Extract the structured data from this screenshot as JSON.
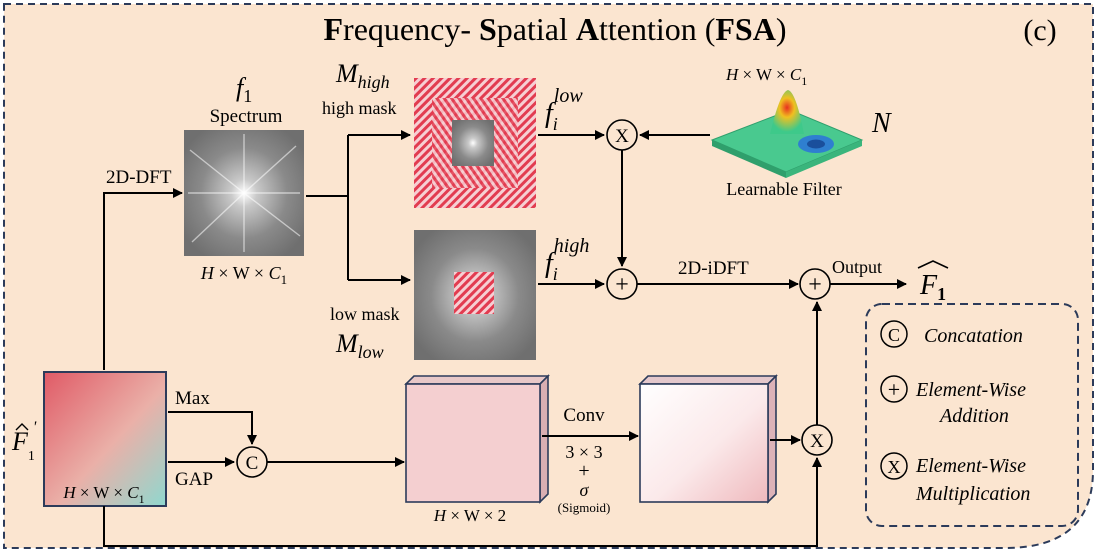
{
  "title": {
    "part1_initial": "F",
    "part1_rest": "requency- ",
    "part2_initial": "S",
    "part2_rest": "patial ",
    "part3_initial": "A",
    "part3_rest": "ttention (",
    "abbr": "FSA",
    "close": ")"
  },
  "panel_tag": "(c)",
  "spectrum": {
    "symbol": "f",
    "subscript": "1",
    "label": "Spectrum",
    "dims": {
      "h": "H",
      "mid": " × W × ",
      "c": "C",
      "c_sub": "1"
    }
  },
  "dft_label": "2D-DFT",
  "high_mask": {
    "symbol": "M",
    "subscript": "high",
    "label": "high mask"
  },
  "low_mask": {
    "label": "low mask",
    "symbol": "M",
    "subscript": "low"
  },
  "f_low": {
    "symbol": "f",
    "sub": "i",
    "sup": "low"
  },
  "f_high": {
    "symbol": "f",
    "sub": "i",
    "sup": "high"
  },
  "filter": {
    "dims": {
      "h": "H",
      "mid": " × W × ",
      "c": "C",
      "c_sub": "1"
    },
    "symbol": "N",
    "label": "Learnable Filter"
  },
  "idft_label": "2D-iDFT",
  "output_label": "Output",
  "output_symbol": {
    "base": "F",
    "sub": "1"
  },
  "input": {
    "symbol": "F",
    "sub": "1",
    "prime": "'",
    "dims": {
      "h": "H",
      "mid": " × W × ",
      "c": "C",
      "c_sub": "1"
    }
  },
  "max_label": "Max",
  "gap_label": "GAP",
  "pool_dims": {
    "h": "H",
    "mid": " × W × 2"
  },
  "conv": {
    "label": "Conv",
    "kernel": "3 × 3",
    "plus": "+",
    "sigma": "σ",
    "sigmoid": "(Sigmoid)"
  },
  "ops": {
    "multiply": "X",
    "add": "+",
    "concat": "C"
  },
  "legend": [
    {
      "glyph": "C",
      "line1": "Concatation",
      "line2": ""
    },
    {
      "glyph": "+",
      "line1": "Element-Wise",
      "line2": "Addition"
    },
    {
      "glyph": "X",
      "line1": "Element-Wise",
      "line2": "Multiplication"
    }
  ],
  "colors": {
    "background": "#fbe5d0",
    "frame": "#2c3b5a",
    "mask_stripe": "#e23c50",
    "arrow": "#000000"
  }
}
